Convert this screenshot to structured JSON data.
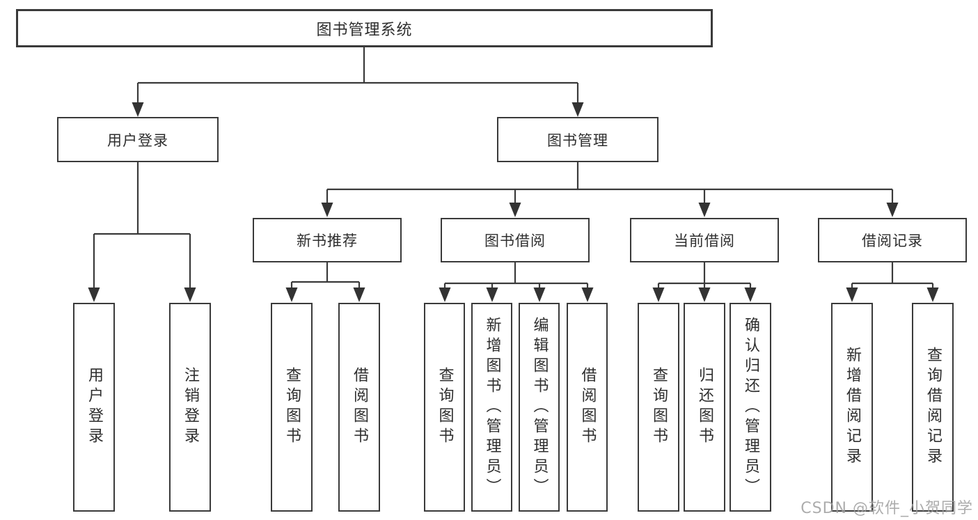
{
  "diagram": {
    "root": {
      "label": "图书管理系统"
    },
    "branches": [
      {
        "label": "用户登录",
        "children": [
          {
            "label": "用户登录"
          },
          {
            "label": "注销登录"
          }
        ]
      },
      {
        "label": "图书管理",
        "children": [
          {
            "label": "新书推荐",
            "children": [
              {
                "label": "查询图书"
              },
              {
                "label": "借阅图书"
              }
            ]
          },
          {
            "label": "图书借阅",
            "children": [
              {
                "label": "查询图书"
              },
              {
                "label": "新增图书（管理员）"
              },
              {
                "label": "编辑图书（管理员）"
              },
              {
                "label": "借阅图书"
              }
            ]
          },
          {
            "label": "当前借阅",
            "children": [
              {
                "label": "查询图书"
              },
              {
                "label": "归还图书"
              },
              {
                "label": "确认归还（管理员）"
              }
            ]
          },
          {
            "label": "借阅记录",
            "children": [
              {
                "label": "新增借阅记录"
              },
              {
                "label": "查询借阅记录"
              }
            ]
          }
        ]
      }
    ]
  },
  "watermark": {
    "text": "CSDN @软件_小贺同学"
  },
  "colors": {
    "line": "#3a3a3a",
    "arrow": "#333333",
    "text": "#2e2e2e",
    "watermark": "#9e9e9e",
    "background": "#ffffff"
  }
}
